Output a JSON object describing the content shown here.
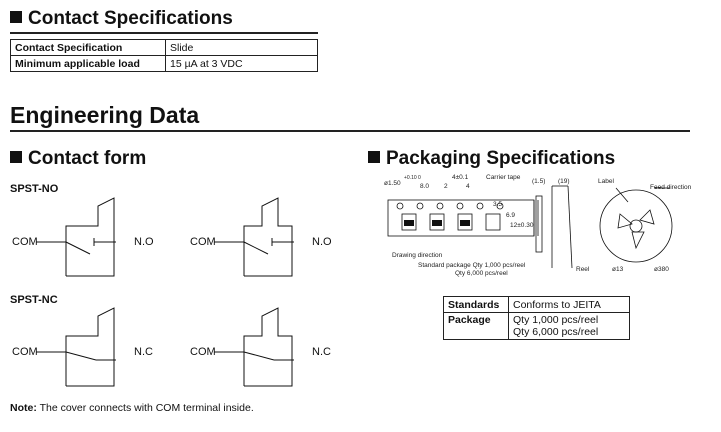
{
  "contact_spec": {
    "heading": "Contact Specifications",
    "rows": [
      {
        "label": "Contact Specification",
        "value": "Slide"
      },
      {
        "label": "Minimum applicable load",
        "value": "15 µA at 3 VDC"
      }
    ]
  },
  "engineering": {
    "heading": "Engineering Data"
  },
  "contact_form": {
    "heading": "Contact form",
    "no_title": "SPST-NO",
    "nc_title": "SPST-NC",
    "com_label": "COM",
    "no_label": "N.O",
    "nc_label": "N.C",
    "note_prefix": "Note:",
    "note_text": " The cover connects with COM terminal inside."
  },
  "packaging": {
    "heading": "Packaging Specifications",
    "dim_150": "ø1.50",
    "dim_tol": "+0.10 0",
    "dim_8": "8.0",
    "dim_4a": "4±0.1",
    "dim_2": "2",
    "dim_4b": "4",
    "dim_3_5": "3.5",
    "dim_6_9": "6.9",
    "dim_12": "12±0.30",
    "carrier_tape": "Carrier tape",
    "dim_1_5": "(1.5)",
    "dim_19": "(19)",
    "label": "Label",
    "feed_direction": "Feed direction",
    "drawing_direction": "Drawing direction",
    "std_package_1": "Standard package Qty 1,000 pcs/reel",
    "std_package_2": "Qty 6,000 pcs/reel",
    "reel": "Reel",
    "dia_13": "ø13",
    "dia_380": "ø380",
    "table": {
      "standards_label": "Standards",
      "standards_value": "Conforms to JEITA",
      "package_label": "Package",
      "package_value_1": "Qty 1,000 pcs/reel",
      "package_value_2": "Qty 6,000 pcs/reel"
    }
  }
}
